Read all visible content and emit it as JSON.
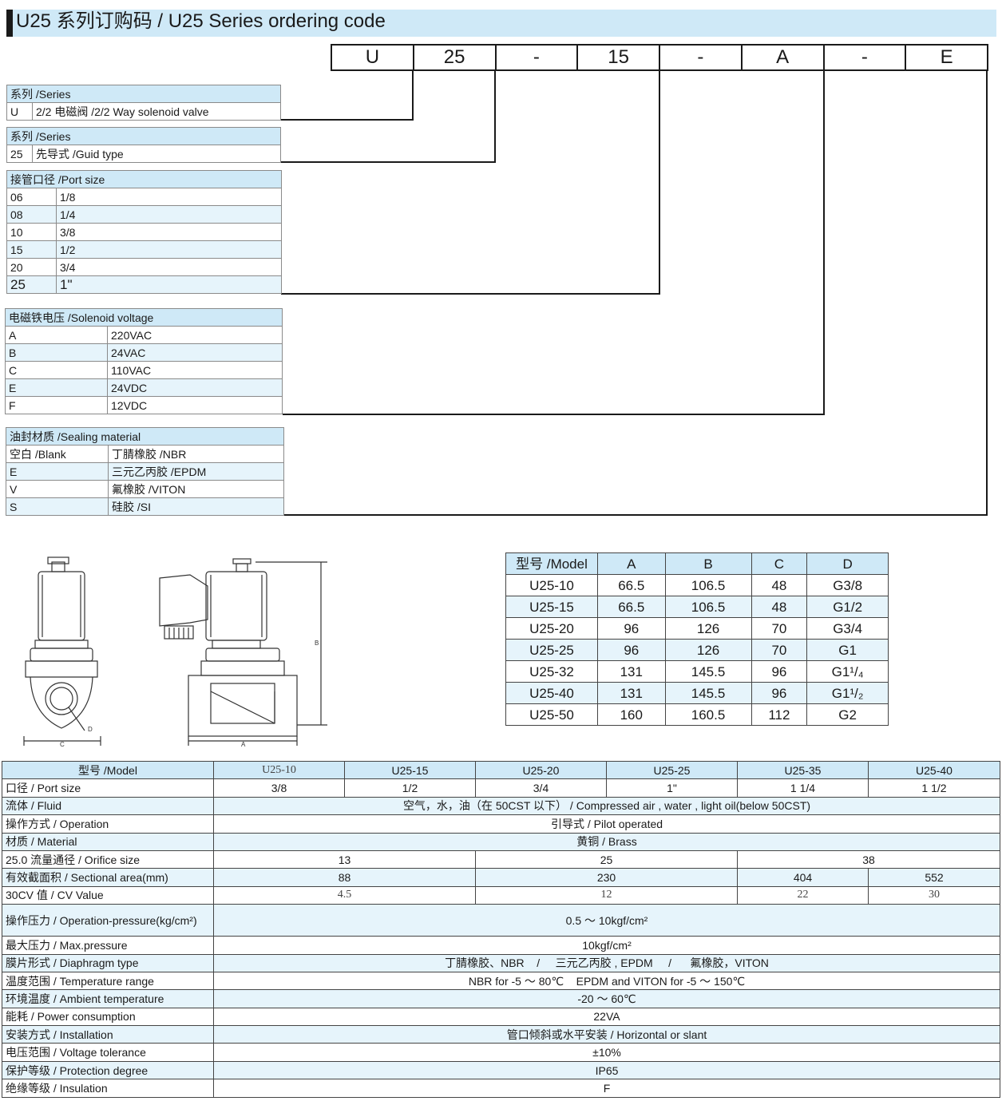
{
  "title": "U25 系列订购码 /  U25 Series ordering code",
  "code": [
    "U",
    "25",
    "-",
    "15",
    "-",
    "A",
    "-",
    "E"
  ],
  "series": {
    "header": "系列 /Series",
    "rows": [
      [
        "U",
        "2/2  电磁阀 /2/2 Way solenoid valve"
      ]
    ]
  },
  "type": {
    "header": "系列 /Series",
    "rows": [
      [
        "25",
        "先导式 /Guid type"
      ]
    ]
  },
  "port": {
    "header": "接管口径 /Port size",
    "rows": [
      [
        "06",
        "1/8"
      ],
      [
        "08",
        "1/4"
      ],
      [
        "10",
        "3/8"
      ],
      [
        "15",
        "1/2"
      ],
      [
        "20",
        "3/4"
      ],
      [
        "25",
        "1\""
      ]
    ]
  },
  "voltage": {
    "header": "电磁铁电压 /Solenoid voltage",
    "rows": [
      [
        "A",
        "220VAC"
      ],
      [
        "B",
        "24VAC"
      ],
      [
        "C",
        "110VAC"
      ],
      [
        "E",
        "24VDC"
      ],
      [
        "F",
        "12VDC"
      ]
    ]
  },
  "seal": {
    "header": "油封材质 /Sealing material",
    "rows": [
      [
        "空白 /Blank",
        "丁腈橡胶 /NBR"
      ],
      [
        "E",
        "三元乙丙胶 /EPDM"
      ],
      [
        "V",
        "氟橡胶 /VITON"
      ],
      [
        "S",
        "硅胶 /SI"
      ]
    ]
  },
  "drawing": {
    "labels": [
      "B",
      "D",
      "C",
      "A"
    ]
  },
  "dims": {
    "headers": [
      "型号 /Model",
      "A",
      "B",
      "C",
      "D"
    ],
    "rows": [
      [
        "U25-10",
        "66.5",
        "106.5",
        "48",
        "G3/8"
      ],
      [
        "U25-15",
        "66.5",
        "106.5",
        "48",
        "G1/2"
      ],
      [
        "U25-20",
        "96",
        "126",
        "70",
        "G3/4"
      ],
      [
        "U25-25",
        "96",
        "126",
        "70",
        "G1"
      ],
      [
        "U25-32",
        "131",
        "145.5",
        "96",
        "G1¹/₄"
      ],
      [
        "U25-40",
        "131",
        "145.5",
        "96",
        "G1¹/₂"
      ],
      [
        "U25-50",
        "160",
        "160.5",
        "112",
        "G2"
      ]
    ]
  },
  "spec": {
    "model_label": "型号 /Model",
    "models": [
      "U25-10",
      "U25-15",
      "U25-20",
      "U25-25",
      "U25-35",
      "U25-40"
    ],
    "port_label": "口径 /  Port size",
    "ports": [
      "3/8",
      "1/2",
      "3/4",
      "1\"",
      "1 1/4",
      "1 1/2"
    ],
    "fluid_label": "流体 /  Fluid",
    "fluid": "空气，水，油（在 50CST 以下）  /  Compressed air , water , light oil(below 50CST)",
    "operation_label": "操作方式 /  Operation",
    "operation": "引导式  /  Pilot operated",
    "material_label": "材质 /  Material",
    "material": "黄铜  /  Brass",
    "orifice_label": "25.0 流量通径 /  Orifice size",
    "orifice": [
      "13",
      "25",
      "38"
    ],
    "area_label": "有效截面积 /  Sectional area(mm)",
    "area": [
      "88",
      "230",
      "404",
      "552"
    ],
    "cv_label": "30CV 值 /  CV Value",
    "cv": [
      "4.5",
      "12",
      "22",
      "30"
    ],
    "pressure_label": "操作压力 /  Operation-pressure(kg/cm²)",
    "pressure": "0.5 ～ 10kgf/cm²",
    "maxp_label": "最大压力 /  Max.pressure",
    "maxp": "10kgf/cm²",
    "diaphragm_label": "膜片形式 /  Diaphragm type",
    "diaphragm": "丁腈橡胶、NBR    /     三元乙丙胶 , EPDM     /      氟橡胶，VITON",
    "temp_label": "温度范围 /  Temperature range",
    "temp": "NBR for -5 ～ 80℃    EPDM and VITON for -5 ～ 150℃",
    "ambient_label": "环境温度 /  Ambient temperature",
    "ambient": "-20 ～ 60℃",
    "power_label": "能耗 /  Power consumption",
    "power": "22VA",
    "install_label": "安装方式 /  Installation",
    "install": "管口倾斜或水平安装  /  Horizontal or slant",
    "voltage_label": "电压范围 /  Voltage tolerance",
    "voltage_tol": "±10%",
    "protect_label": "保护等级 /  Protection degree",
    "protect": "IP65",
    "insul_label": "绝缘等级 /  Insulation",
    "insul": "F"
  }
}
